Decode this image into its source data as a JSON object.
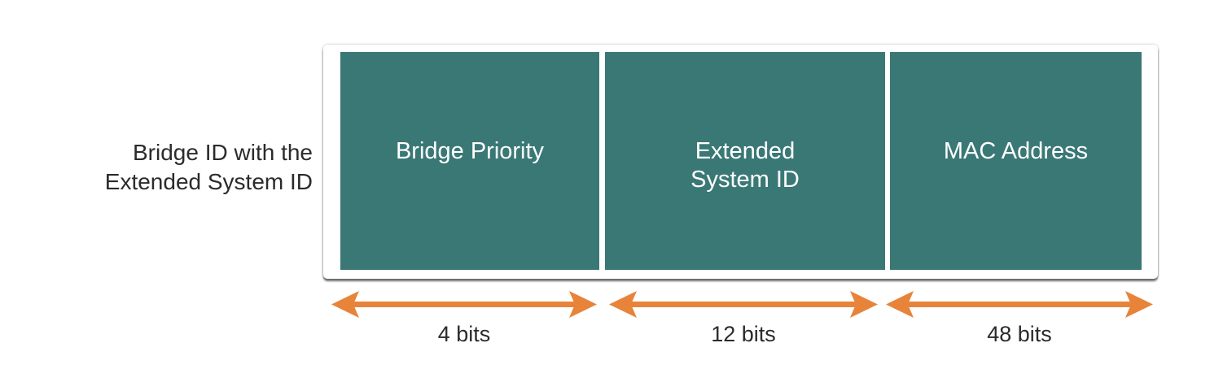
{
  "row_label": {
    "line1": "Bridge ID with the",
    "line2": "Extended System ID"
  },
  "fields": [
    {
      "line1": "Bridge Priority",
      "line2": "",
      "bits": "4 bits"
    },
    {
      "line1": "Extended",
      "line2": "System ID",
      "bits": "12 bits"
    },
    {
      "line1": "MAC Address",
      "line2": "",
      "bits": "48 bits"
    }
  ],
  "colors": {
    "field_fill": "#3a7876",
    "arrow": "#e8833a",
    "text": "#2b2b2b"
  }
}
